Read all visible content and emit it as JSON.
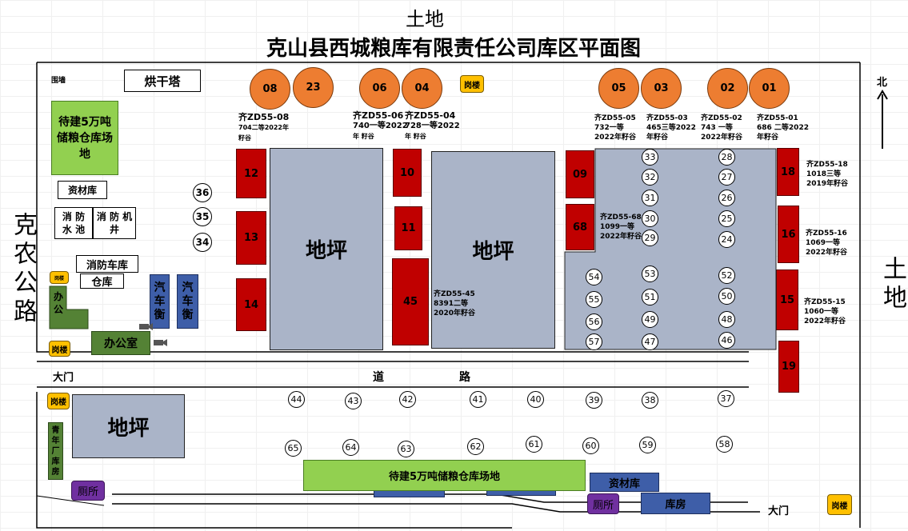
{
  "header": {
    "top_land": "土地",
    "title": "克山县西城粮库有限责任公司库区平面图"
  },
  "side": {
    "left_road": "克农公路",
    "right_land": "土地",
    "north": "北"
  },
  "labels": {
    "wall": "围墙",
    "gate": "大门",
    "road1": "道",
    "road2": "路"
  },
  "buildings": {
    "dryer": "烘干塔",
    "site_top": "待建5万吨储粮仓库场地",
    "materials": "资材库",
    "fire_pool": "消 防 水 池",
    "fire_well": "消 防 机 井",
    "fire_garage": "消防车库",
    "warehouse": "仓库",
    "office_small": "办公",
    "office": "办公室",
    "scale1": "汽车衡",
    "scale2": "汽车衡",
    "guard": "岗楼",
    "guard_small": "岗楼",
    "floor": "地坪",
    "youth": "青年厂库房",
    "toilet": "厕所",
    "site_bottom": "待建5万吨储粮仓库场地",
    "storehouse": "库房"
  },
  "silos": [
    {
      "id": "08",
      "info1": "齐ZD55-08",
      "info2": "704二等2022年",
      "info3": "籽谷"
    },
    {
      "id": "23"
    },
    {
      "id": "06",
      "info1": "齐ZD55-06",
      "info2": "740一等2022",
      "info3": "年 籽谷"
    },
    {
      "id": "04",
      "info1": "齐ZD55-04",
      "info2": "728一等2022",
      "info3": "年 籽谷"
    },
    {
      "id": "05",
      "info1": "齐ZD55-05",
      "info2": "732一等",
      "info3": "2022年籽谷"
    },
    {
      "id": "03",
      "info1": "齐ZD55-03",
      "info2": "465三等2022",
      "info3": "年籽谷"
    },
    {
      "id": "02",
      "info1": "齐ZD55-02",
      "info2": "743 一等",
      "info3": "2022年籽谷"
    },
    {
      "id": "01",
      "info1": "齐ZD55-01",
      "info2": "686 二等2022",
      "info3": "年籽谷"
    }
  ],
  "red_bins": [
    "12",
    "13",
    "14",
    "10",
    "11",
    "45",
    "09",
    "68",
    "18",
    "16",
    "15",
    "19"
  ],
  "bin_info": {
    "b45": {
      "l1": "齐ZD55-45",
      "l2": "8391二等",
      "l3": "2020年籽谷"
    },
    "b68": {
      "l1": "齐ZD55-68",
      "l2": "1099一等",
      "l3": "2022年籽谷"
    },
    "b18": {
      "l1": "齐ZD55-18",
      "l2": "1018三等",
      "l3": "2019年籽谷"
    },
    "b16": {
      "l1": "齐ZD55-16",
      "l2": "1069一等",
      "l3": "2022年籽谷"
    },
    "b15": {
      "l1": "齐ZD55-15",
      "l2": "1060一等",
      "l3": "2022年籽谷"
    }
  },
  "circles": [
    "36",
    "35",
    "34",
    "33",
    "32",
    "31",
    "30",
    "29",
    "28",
    "27",
    "26",
    "25",
    "24",
    "54",
    "55",
    "56",
    "57",
    "53",
    "51",
    "49",
    "47",
    "52",
    "50",
    "48",
    "46",
    "44",
    "43",
    "42",
    "41",
    "40",
    "39",
    "38",
    "37",
    "65",
    "64",
    "63",
    "62",
    "61",
    "60",
    "59",
    "58"
  ]
}
